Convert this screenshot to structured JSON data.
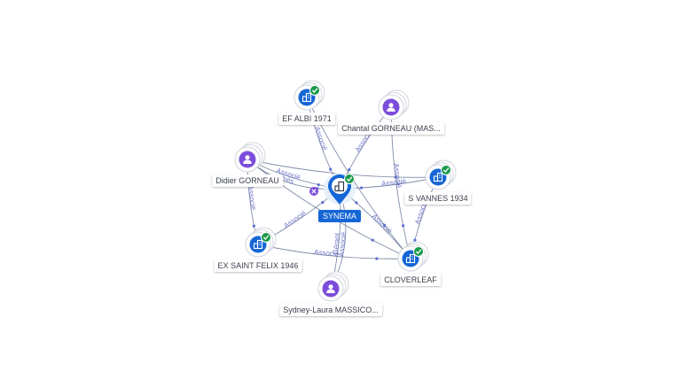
{
  "center": {
    "label": "SYNEMA",
    "type": "company",
    "verified": true
  },
  "nodes": [
    {
      "id": "efalbi",
      "label": "EF ALBI 1971",
      "type": "company",
      "verified": true
    },
    {
      "id": "chantal",
      "label": "Chantal GORNEAU (MAS...",
      "type": "person",
      "verified": false
    },
    {
      "id": "didier",
      "label": "Didier GORNEAU",
      "type": "person",
      "verified": false
    },
    {
      "id": "svannes",
      "label": "S VANNES 1934",
      "type": "company",
      "verified": true
    },
    {
      "id": "exsaint",
      "label": "EX SAINT FELIX 1946",
      "type": "company",
      "verified": true
    },
    {
      "id": "cloverleaf",
      "label": "CLOVERLEAF",
      "type": "company",
      "verified": true
    },
    {
      "id": "sydney",
      "label": "Sydney-Laura MASSICO...",
      "type": "person",
      "verified": false
    }
  ],
  "edges": [
    {
      "from": "efalbi",
      "to": "center",
      "label": "Associé"
    },
    {
      "from": "chantal",
      "to": "center",
      "label": "Associé"
    },
    {
      "from": "didier",
      "to": "center",
      "label": "Associé"
    },
    {
      "from": "svannes",
      "to": "center",
      "label": "Associé"
    },
    {
      "from": "exsaint",
      "to": "center",
      "label": "Associé"
    },
    {
      "from": "cloverleaf",
      "to": "center",
      "label": "Associé"
    },
    {
      "from": "sydney",
      "to": "center",
      "label": "Gérant"
    },
    {
      "from": "sydney",
      "to": "center",
      "label": "Associé"
    },
    {
      "from": "didier",
      "to": "center",
      "label": "Prés"
    },
    {
      "from": "didier",
      "to": "exsaint",
      "label": "Associé"
    },
    {
      "from": "didier",
      "to": "svannes",
      "label": ""
    },
    {
      "from": "didier",
      "to": "cloverleaf",
      "label": ""
    },
    {
      "from": "chantal",
      "to": "cloverleaf",
      "label": "Associé"
    },
    {
      "from": "efalbi",
      "to": "cloverleaf",
      "label": ""
    },
    {
      "from": "exsaint",
      "to": "cloverleaf",
      "label": "Associé"
    },
    {
      "from": "svannes",
      "to": "cloverleaf",
      "label": "Associé"
    }
  ],
  "colors": {
    "company": "#1566d6",
    "person": "#7c4ddb",
    "verified": "#1a9a4b",
    "edge": "#6b7a99",
    "edge_label": "#6f76c8"
  },
  "icons": {
    "company": "building-icon",
    "person": "person-icon",
    "verified": "check-badge-icon",
    "center_marker": "map-pin-icon",
    "removal": "close-icon"
  }
}
